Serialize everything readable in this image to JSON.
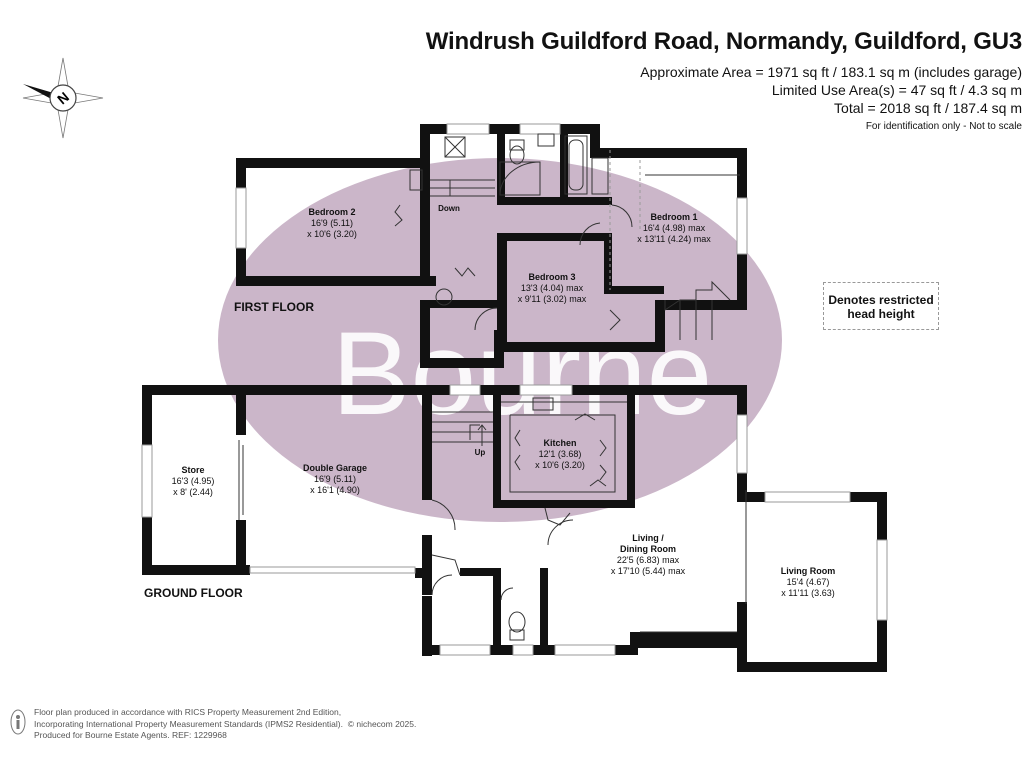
{
  "header": {
    "title": "Windrush Guildford Road, Normandy, Guildford, GU3",
    "area_line1": "Approximate Area = 1971 sq ft / 183.1 sq m (includes garage)",
    "area_line2": "Limited Use Area(s) = 47 sq ft / 4.3 sq m",
    "area_line3": "Total = 2018 sq ft / 187.4 sq m",
    "identification": "For identification only - Not to scale"
  },
  "compass": {
    "label": "N"
  },
  "watermark": "Bourne",
  "first_floor": {
    "label": "FIRST FLOOR",
    "bedroom2": {
      "name": "Bedroom 2",
      "dim1": "16'9 (5.11)",
      "dim2": "x 10'6 (3.20)"
    },
    "bedroom1": {
      "name": "Bedroom 1",
      "dim1": "16'4 (4.98) max",
      "dim2": "x 13'11 (4.24) max"
    },
    "bedroom3": {
      "name": "Bedroom 3",
      "dim1": "13'3 (4.04) max",
      "dim2": "x 9'11 (3.02) max"
    },
    "stairs_label": "Down"
  },
  "ground_floor": {
    "label": "GROUND FLOOR",
    "store": {
      "name": "Store",
      "dim1": "16'3 (4.95)",
      "dim2": "x 8' (2.44)"
    },
    "garage": {
      "name": "Double Garage",
      "dim1": "16'9 (5.11)",
      "dim2": "x 16'1 (4.90)"
    },
    "kitchen": {
      "name": "Kitchen",
      "dim1": "12'1 (3.68)",
      "dim2": "x 10'6 (3.20)"
    },
    "living_dining": {
      "name1": "Living /",
      "name2": "Dining Room",
      "dim1": "22'5 (6.83) max",
      "dim2": "x 17'10 (5.44) max"
    },
    "living_room": {
      "name": "Living Room",
      "dim1": "15'4 (4.67)",
      "dim2": "x 11'11 (3.63)"
    },
    "stairs_label": "Up"
  },
  "legend": {
    "line1": "Denotes restricted",
    "line2": "head height"
  },
  "footer": {
    "line1": "Floor plan produced in accordance with RICS Property Measurement 2nd Edition,",
    "line2a": "Incorporating International Property Measurement Standards (IPMS2 Residential).",
    "line2b": "© nichecom 2025.",
    "line3": "Produced for Bourne Estate Agents.   REF:  1229968"
  },
  "colors": {
    "wall": "#111111",
    "watermark_fill": "#cbb6c9",
    "watermark_text": "#ffffff",
    "glazing": "#9a9a9a"
  }
}
